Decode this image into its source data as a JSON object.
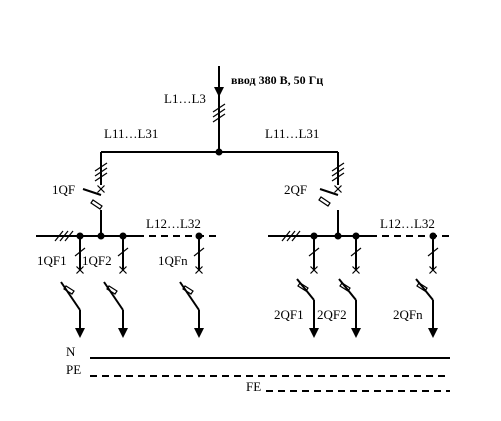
{
  "diagram": {
    "input": {
      "label": "ввод 380 В, 50 Гц",
      "phases": "L1…L3"
    },
    "feeders": {
      "left_label": "L11…L31",
      "right_label": "L11…L31"
    },
    "breakers": {
      "main_left": "1QF",
      "main_right": "2QF",
      "left_group": [
        "1QF1",
        "1QF2",
        "1QFn"
      ],
      "right_group": [
        "2QF1",
        "2QF2",
        "2QFn"
      ]
    },
    "buses": {
      "left_label": "L12…L32",
      "right_label": "L12…L32"
    },
    "conductors": {
      "neutral": "N",
      "protective": "PE",
      "functional": "FE"
    }
  }
}
